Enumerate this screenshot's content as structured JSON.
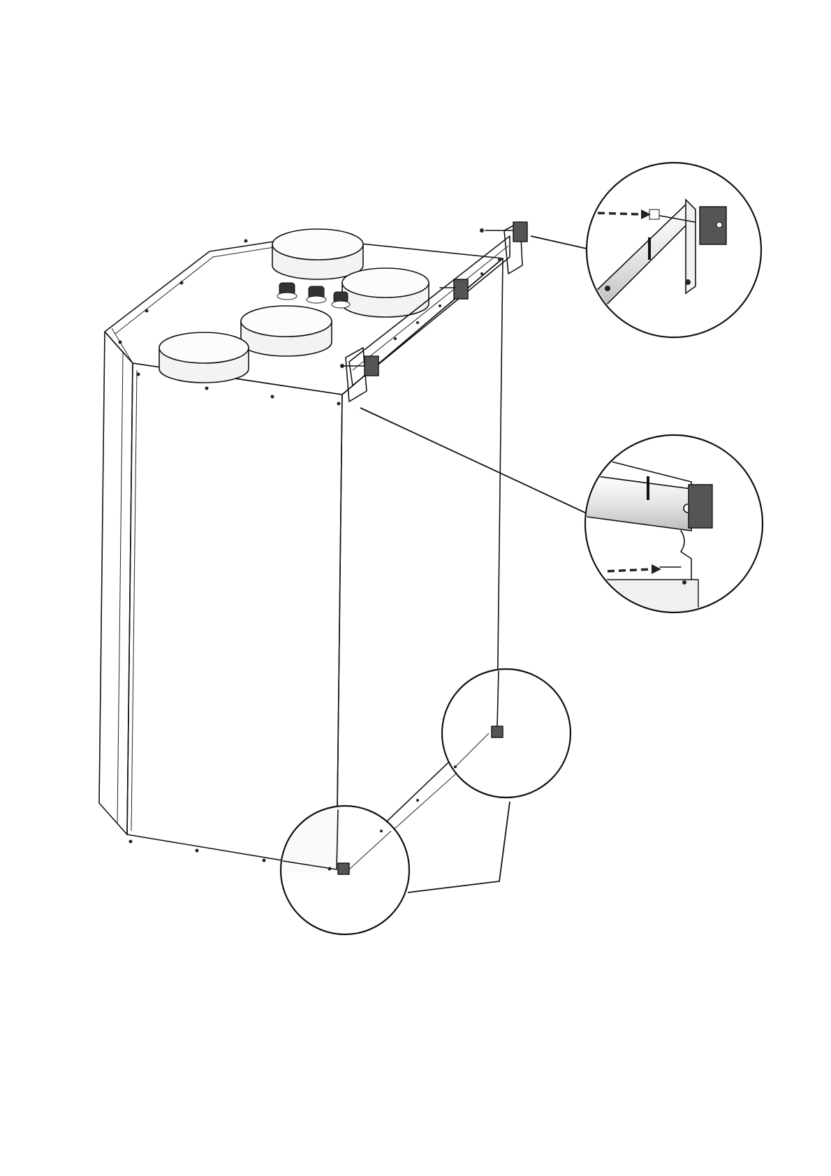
{
  "figure": {
    "subject": "ventilation-unit-wall-bracket-mounting",
    "details": [
      {
        "name": "detail-bracket-bolt-top",
        "icon": "magnifier-circle"
      },
      {
        "name": "detail-bracket-bolt-lower",
        "icon": "magnifier-circle"
      },
      {
        "name": "detail-bottom-pads",
        "icon": "magnifier-circle"
      }
    ]
  },
  "colors": {
    "line": "#111111",
    "panel_light": "#ffffff",
    "panel_shade": "#dcdcdc",
    "pad": "#555555"
  }
}
